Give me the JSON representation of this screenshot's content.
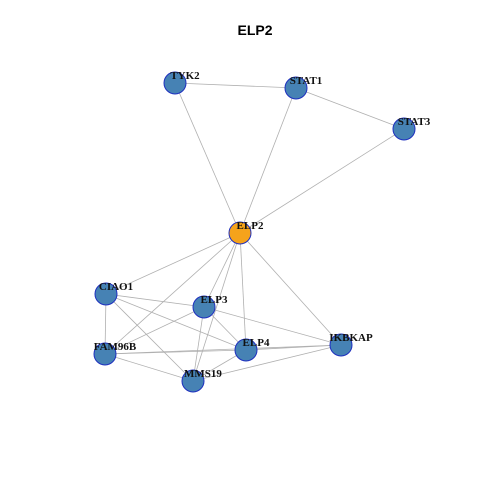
{
  "network": {
    "title": "ELP2",
    "colors": {
      "center_fill": "#f5a31b",
      "node_fill": "#4682b4",
      "node_stroke": "#1e2fbf",
      "edge": "#b0b0b0"
    },
    "nodes": [
      {
        "id": "ELP2",
        "label": "ELP2",
        "center": true
      },
      {
        "id": "TYK2",
        "label": "TYK2"
      },
      {
        "id": "STAT1",
        "label": "STAT1"
      },
      {
        "id": "STAT3",
        "label": "STAT3"
      },
      {
        "id": "CIAO1",
        "label": "CIAO1"
      },
      {
        "id": "ELP3",
        "label": "ELP3"
      },
      {
        "id": "FAM96B",
        "label": "FAM96B"
      },
      {
        "id": "ELP4",
        "label": "ELP4"
      },
      {
        "id": "IKBKAP",
        "label": "IKBKAP"
      },
      {
        "id": "MMS19",
        "label": "MMS19"
      }
    ],
    "edges": [
      [
        "TYK2",
        "STAT1"
      ],
      [
        "STAT1",
        "STAT3"
      ],
      [
        "TYK2",
        "ELP2"
      ],
      [
        "STAT1",
        "ELP2"
      ],
      [
        "STAT3",
        "ELP2"
      ],
      [
        "ELP2",
        "CIAO1"
      ],
      [
        "ELP2",
        "ELP3"
      ],
      [
        "ELP2",
        "FAM96B"
      ],
      [
        "ELP2",
        "ELP4"
      ],
      [
        "ELP2",
        "IKBKAP"
      ],
      [
        "ELP2",
        "MMS19"
      ],
      [
        "CIAO1",
        "ELP3"
      ],
      [
        "CIAO1",
        "FAM96B"
      ],
      [
        "CIAO1",
        "ELP4"
      ],
      [
        "CIAO1",
        "MMS19"
      ],
      [
        "ELP3",
        "FAM96B"
      ],
      [
        "ELP3",
        "ELP4"
      ],
      [
        "ELP3",
        "IKBKAP"
      ],
      [
        "ELP3",
        "MMS19"
      ],
      [
        "FAM96B",
        "ELP4"
      ],
      [
        "FAM96B",
        "IKBKAP"
      ],
      [
        "FAM96B",
        "MMS19"
      ],
      [
        "ELP4",
        "IKBKAP"
      ],
      [
        "ELP4",
        "MMS19"
      ],
      [
        "IKBKAP",
        "MMS19"
      ]
    ]
  }
}
